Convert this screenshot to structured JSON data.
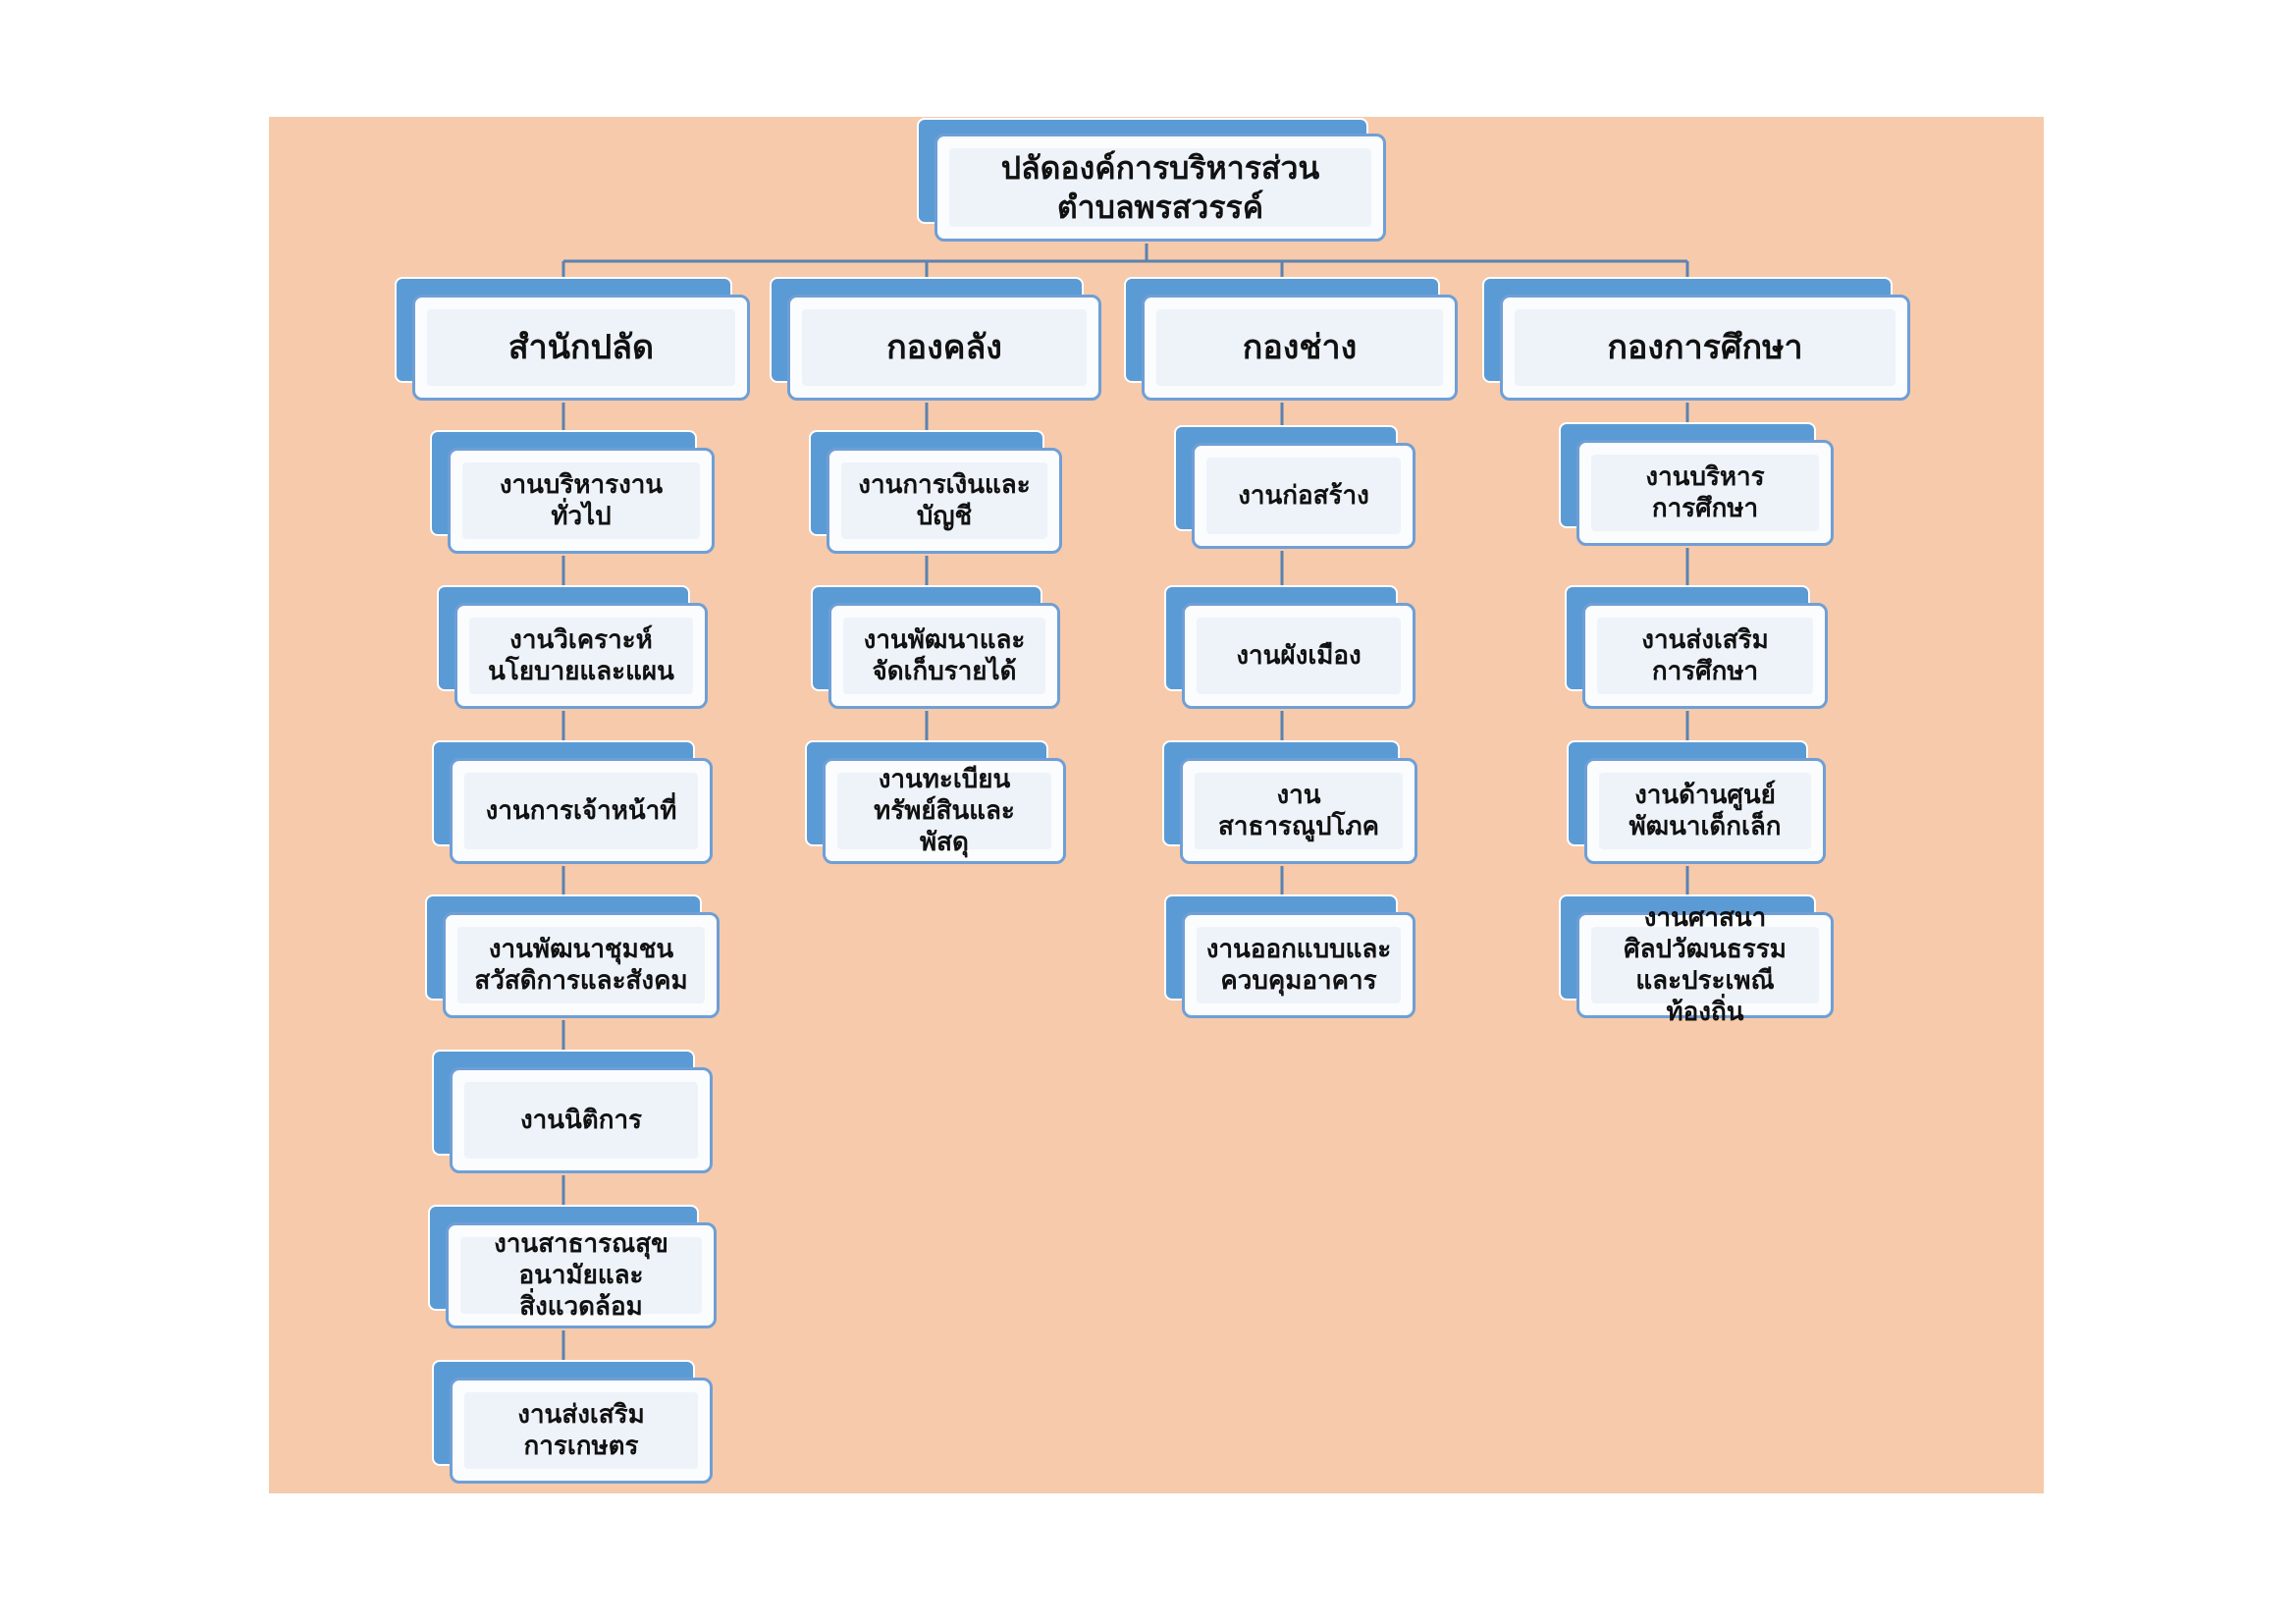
{
  "chart_title": "",
  "root": {
    "label": "ปลัดองค์การบริหารส่วน\nตำบลพรสวรรค์"
  },
  "divisions": [
    {
      "label": "สำนักปลัด",
      "units": [
        "งานบริหารงาน\nทั่วไป",
        "งานวิเคราะห์\nนโยบายและแผน",
        "งานการเจ้าหน้าที่",
        "งานพัฒนาชุมชน\nสวัสดิการและสังคม",
        "งานนิติการ",
        "งานสาธารณสุข\nอนามัยและ\nสิ่งแวดล้อม",
        "งานส่งเสริม\nการเกษตร"
      ]
    },
    {
      "label": "กองคลัง",
      "units": [
        "งานการเงินและ\nบัญชี",
        "งานพัฒนาและ\nจัดเก็บรายได้",
        "งานทะเบียน\nทรัพย์สินและ\nพัสดุ"
      ]
    },
    {
      "label": "กองช่าง",
      "units": [
        "งานก่อสร้าง",
        "งานผังเมือง",
        "งาน\nสาธารณูปโภค",
        "งานออกแบบและ\nควบคุมอาคาร"
      ]
    },
    {
      "label": "กองการศึกษา",
      "units": [
        "งานบริหาร\nการศึกษา",
        "งานส่งเสริม\nการศึกษา",
        "งานด้านศูนย์\nพัฒนาเด็กเล็ก",
        "งานศาสนา\nศิลปวัฒนธรรม\nและประเพณี\nท้องถิ่น"
      ]
    }
  ],
  "colors": {
    "background": "#f6caab",
    "box_back": "#5b9bd5",
    "box_border": "#6f9fd6",
    "box_fill": "#fbfcfe",
    "connector": "#5b82b0"
  }
}
